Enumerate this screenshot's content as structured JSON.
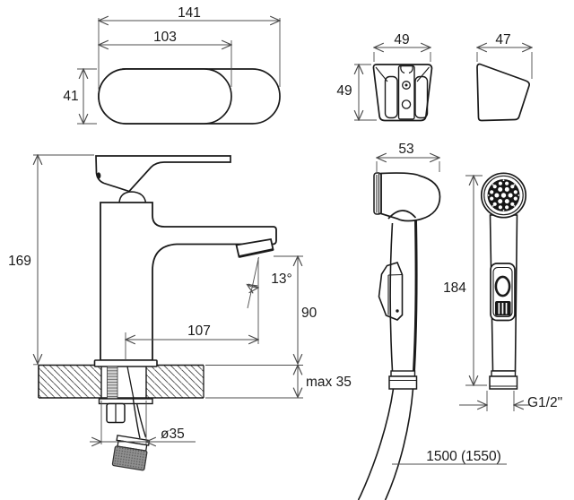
{
  "drawing": {
    "type": "technical-dimension-drawing",
    "subject": "washbasin mixer tap with hand shower, wall bracket and hose",
    "colors": {
      "outline": "#1a1a1a",
      "dimension_lines": "#4d4d4d",
      "background": "#ffffff",
      "spray_face": "#161616"
    },
    "views": {
      "faucet_top": {
        "label_total_width": "141",
        "label_body_width": "103",
        "label_depth": "41"
      },
      "bracket_front": {
        "label_width": "49",
        "label_height": "49"
      },
      "bracket_side": {
        "label_depth": "47"
      },
      "faucet_front": {
        "label_height": "169",
        "label_spout_angle": "13°",
        "label_spout_reach": "107",
        "label_spout_height": "90",
        "label_max_counter_thickness": "max 35",
        "label_hole_diameter": "ø35"
      },
      "shower_side": {
        "label_head_depth": "53"
      },
      "shower_front": {
        "label_length": "184",
        "label_thread": "G1/2\""
      },
      "hose": {
        "label_length": "1500 (1550)"
      }
    }
  }
}
